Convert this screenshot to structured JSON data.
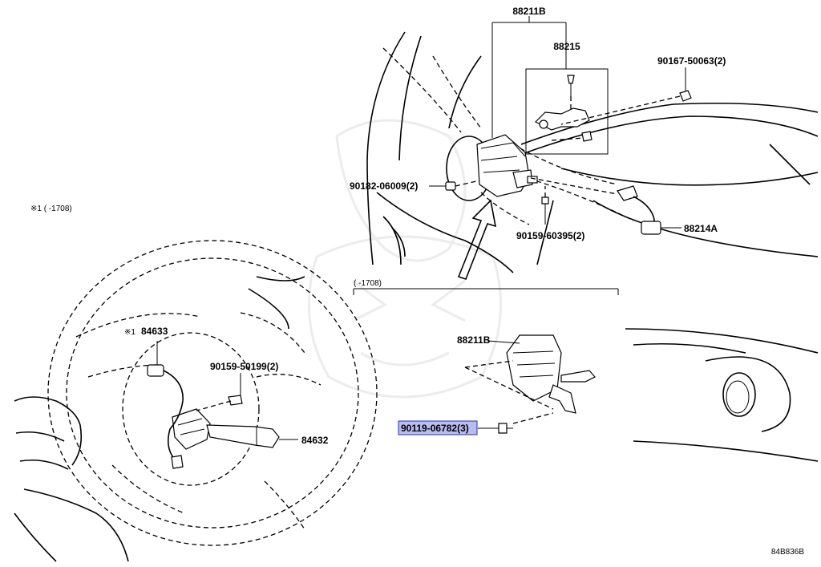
{
  "callouts": {
    "p88211B_top": "88211B",
    "p88215": "88215",
    "p90167": "90167-50063(2)",
    "p90182": "90182-06009(2)",
    "p90159_603": "90159-60395(2)",
    "p88214A": "88214A",
    "p88211B_bottom": "88211B",
    "p90119": "90119-06782(3)",
    "p84633": "84633",
    "p90159_501": "90159-50199(2)",
    "p84632": "84632"
  },
  "notes": {
    "mark": "※1",
    "mark_range": "※1 (      -1708)",
    "range_box": "(      -1708)"
  },
  "illustration_code": "84B836B",
  "colors": {
    "highlight_fill": "#b8bdf0",
    "highlight_border": "#2a2fb5"
  }
}
